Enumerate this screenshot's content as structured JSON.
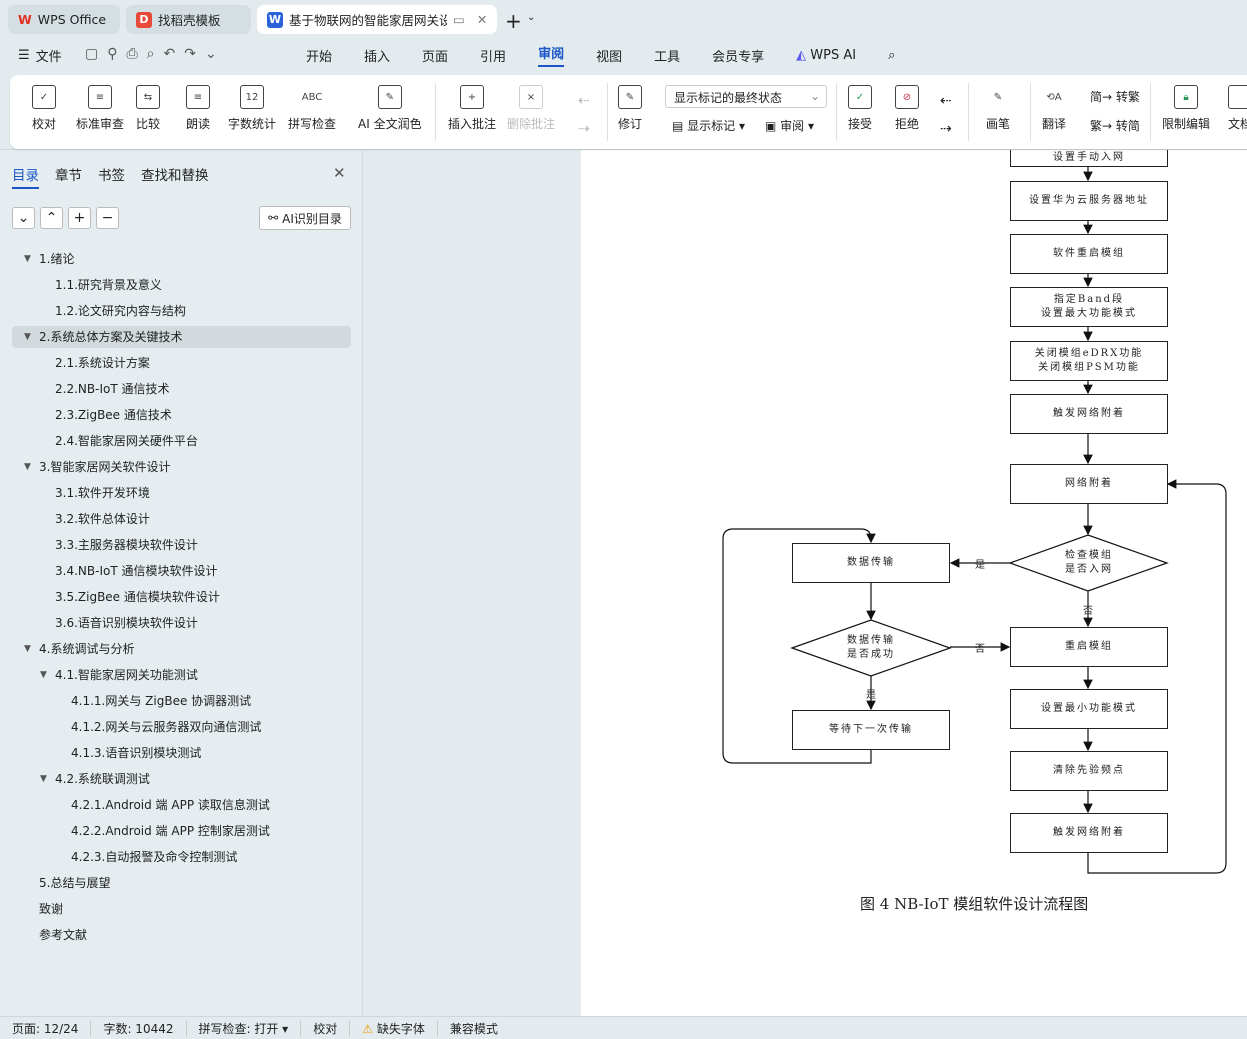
{
  "tabs": [
    {
      "label": "WPS Office",
      "icon": "W"
    },
    {
      "label": "找稻壳模板",
      "icon": "D"
    },
    {
      "label": "基于物联网的智能家居网关设",
      "icon": "W"
    }
  ],
  "menu": {
    "file": "文件",
    "items": [
      "开始",
      "插入",
      "页面",
      "引用",
      "审阅",
      "视图",
      "工具",
      "会员专享"
    ],
    "active": "审阅",
    "wps_ai": "WPS AI"
  },
  "ribbon": {
    "proof": "校对",
    "std_review": "标准审查",
    "compare": "比较",
    "read_aloud": "朗读",
    "word_count": "字数统计",
    "spell": "拼写检查",
    "ai_polish": "AI 全文润色",
    "insert_comment": "插入批注",
    "delete_comment": "删除批注",
    "markup_select": "显示标记的最终状态",
    "track": "修订",
    "show_markup": "显示标记",
    "review_pane": "审阅",
    "accept": "接受",
    "reject": "拒绝",
    "pen": "画笔",
    "translate": "翻译",
    "to_trad": "转繁",
    "to_simp": "转简",
    "restrict": "限制编辑",
    "doc": "文档"
  },
  "sidebar": {
    "tabs": [
      "目录",
      "章节",
      "书签",
      "查找和替换"
    ],
    "ai_toc": "AI识别目录",
    "items": [
      {
        "t": "1.绪论",
        "l": 0,
        "c": 1
      },
      {
        "t": "1.1.研究背景及意义",
        "l": 1
      },
      {
        "t": "1.2.论文研究内容与结构",
        "l": 1
      },
      {
        "t": "2.系统总体方案及关键技术",
        "l": 0,
        "c": 1,
        "sel": 1
      },
      {
        "t": "2.1.系统设计方案",
        "l": 1
      },
      {
        "t": "2.2.NB-IoT 通信技术",
        "l": 1
      },
      {
        "t": "2.3.ZigBee 通信技术",
        "l": 1
      },
      {
        "t": "2.4.智能家居网关硬件平台",
        "l": 1
      },
      {
        "t": "3.智能家居网关软件设计",
        "l": 0,
        "c": 1
      },
      {
        "t": "3.1.软件开发环境",
        "l": 1
      },
      {
        "t": "3.2.软件总体设计",
        "l": 1
      },
      {
        "t": "3.3.主服务器模块软件设计",
        "l": 1
      },
      {
        "t": "3.4.NB-IoT 通信模块软件设计",
        "l": 1
      },
      {
        "t": "3.5.ZigBee 通信模块软件设计",
        "l": 1
      },
      {
        "t": "3.6.语音识别模块软件设计",
        "l": 1
      },
      {
        "t": "4.系统调试与分析",
        "l": 0,
        "c": 1
      },
      {
        "t": "4.1.智能家居网关功能测试",
        "l": 1,
        "c": 1
      },
      {
        "t": "4.1.1.网关与 ZigBee 协调器测试",
        "l": 2
      },
      {
        "t": "4.1.2.网关与云服务器双向通信测试",
        "l": 2
      },
      {
        "t": "4.1.3.语音识别模块测试",
        "l": 2
      },
      {
        "t": "4.2.系统联调测试",
        "l": 1,
        "c": 1
      },
      {
        "t": "4.2.1.Android 端 APP 读取信息测试",
        "l": 2
      },
      {
        "t": "4.2.2.Android 端 APP 控制家居测试",
        "l": 2
      },
      {
        "t": "4.2.3.自动报警及命令控制测试",
        "l": 2
      },
      {
        "t": "5.总结与展望",
        "l": 0
      },
      {
        "t": "致谢",
        "l": 0
      },
      {
        "t": "参考文献",
        "l": 0
      }
    ]
  },
  "flow": {
    "nodes": [
      "设置手动入网",
      "设置华为云服务器地址",
      "软件重启模组",
      "指定Band段\n设置最大功能模式",
      "关闭模组eDRX功能\n关闭模组PSM功能",
      "触发网络附着",
      "网络附着",
      "检查模组\n是否入网",
      "数据传输",
      "数据传输\n是否成功",
      "等待下一次传输",
      "重启模组",
      "设置最小功能模式",
      "清除先验频点",
      "触发网络附着"
    ],
    "labels": [
      "是",
      "否",
      "否",
      "是"
    ],
    "caption": "图 4 NB-IoT 模组软件设计流程图"
  },
  "status": {
    "page": "页面: 12/24",
    "words": "字数: 10442",
    "spell": "拼写检查: 打开",
    "proof": "校对",
    "missing_font": "缺失字体",
    "compat": "兼容模式"
  }
}
